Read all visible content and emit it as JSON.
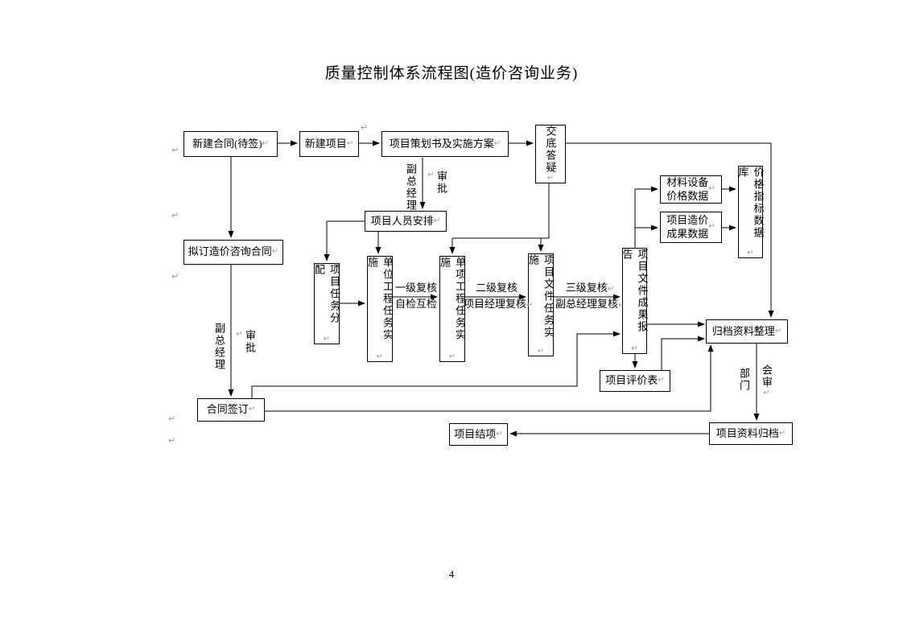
{
  "title": "质量控制体系流程图(造价咨询业务)",
  "page_number": "4",
  "formatting_mark": "↵",
  "boxes": {
    "new_contract": {
      "label": "新建合同(待签)"
    },
    "new_project": {
      "label": "新建项目"
    },
    "project_plan": {
      "label": "项目策划书及实施方案"
    },
    "disclosure_qa": {
      "label": "交底答疑"
    },
    "personnel": {
      "label": "项目人员安排"
    },
    "draft_contract": {
      "label": "拟订造价咨询合同"
    },
    "task_allocation": {
      "label": "项目任务分配"
    },
    "unit_task": {
      "label": "单位工程任务实施"
    },
    "single_task": {
      "label": "单项工程任务实施"
    },
    "doc_task": {
      "label": "项目文件任务实施"
    },
    "result_report": {
      "label": "项目文件成果报告"
    },
    "material_price": {
      "label": "材料设备\n价格数据"
    },
    "cost_result": {
      "label": "项目造价\n成果数据"
    },
    "price_db": {
      "label": "价格指标数据库"
    },
    "archive_sort": {
      "label": "归档资料整理"
    },
    "evaluation": {
      "label": "项目评价表"
    },
    "contract_sign": {
      "label": "合同签订"
    },
    "project_close": {
      "label": "项目结项"
    },
    "data_archive": {
      "label": "项目资料归档"
    }
  },
  "edge_labels": {
    "approve_plan": {
      "left": "副总经理",
      "right": "审批"
    },
    "approve_contract": {
      "left": "副总经理",
      "right": "审批"
    },
    "dept_review": {
      "left": "部门",
      "right": "会审"
    },
    "review1": {
      "line1": "一级复核",
      "line2": "自检互检"
    },
    "review2": {
      "line1": "二级复核",
      "line2": "项目经理复核"
    },
    "review3": {
      "line1": "三级复核",
      "line2": "副总经理复核"
    }
  },
  "colors": {
    "line": "#000000",
    "background": "#ffffff",
    "formatting_mark": "#9a9a9a"
  }
}
